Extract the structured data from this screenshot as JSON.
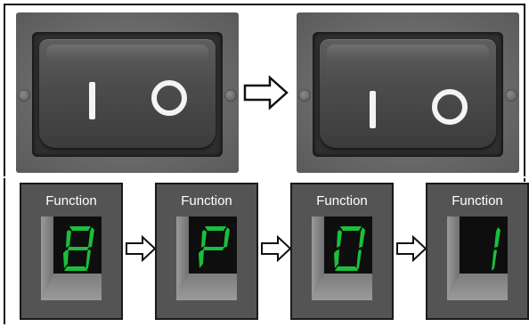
{
  "switches": [
    {
      "marks": [
        "I",
        "O"
      ],
      "state": "off"
    },
    {
      "marks": [
        "I",
        "O"
      ],
      "state": "off"
    }
  ],
  "displays": [
    {
      "label": "Function",
      "digit": "8"
    },
    {
      "label": "Function",
      "digit": "P"
    },
    {
      "label": "Function",
      "digit": "0"
    },
    {
      "label": "Function",
      "digit": "1"
    }
  ],
  "colors": {
    "segment": "#19c03a",
    "panel": "#545454",
    "plate": "#6a6a6a"
  },
  "icons": [
    "right-arrow-icon",
    "right-arrow-icon",
    "right-arrow-icon",
    "right-arrow-icon"
  ]
}
